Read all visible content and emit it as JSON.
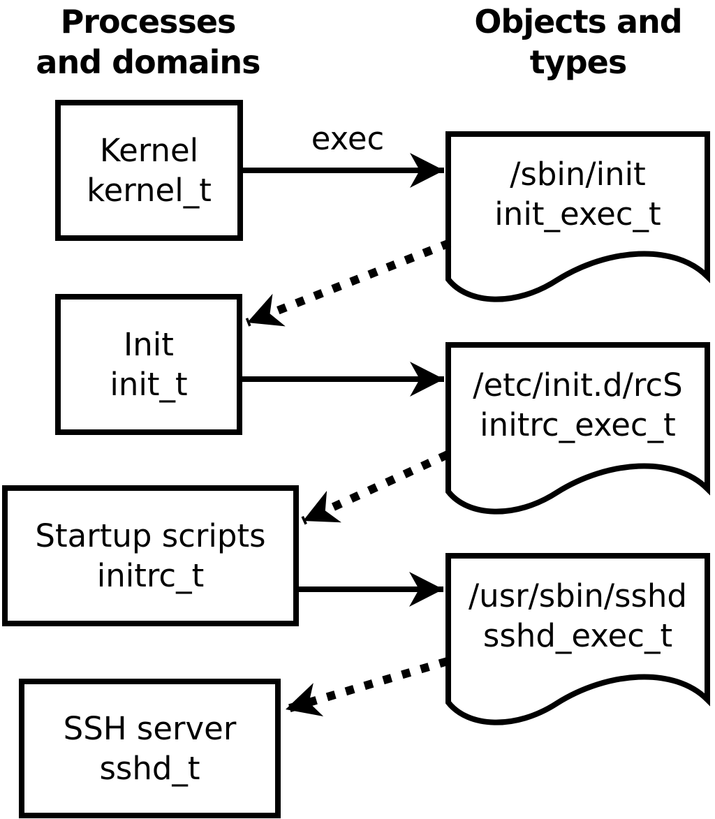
{
  "colors": {
    "ink": "#000000",
    "paper": "#ffffff"
  },
  "headers": {
    "left": {
      "line1": "Processes",
      "line2": "and domains"
    },
    "right": {
      "line1": "Objects and",
      "line2": "types"
    }
  },
  "processes": [
    {
      "name": "Kernel",
      "type": "kernel_t"
    },
    {
      "name": "Init",
      "type": "init_t"
    },
    {
      "name": "Startup scripts",
      "type": "initrc_t"
    },
    {
      "name": "SSH server",
      "type": "sshd_t"
    }
  ],
  "objects": [
    {
      "path": "/sbin/init",
      "type": "init_exec_t"
    },
    {
      "path": "/etc/init.d/rcS",
      "type": "initrc_exec_t"
    },
    {
      "path": "/usr/sbin/sshd",
      "type": "sshd_exec_t"
    }
  ],
  "edges": {
    "solid": [
      {
        "from": "Kernel",
        "to": "/sbin/init",
        "label": "exec"
      },
      {
        "from": "Init",
        "to": "/etc/init.d/rcS",
        "label": ""
      },
      {
        "from": "Startup scripts",
        "to": "/usr/sbin/sshd",
        "label": ""
      }
    ],
    "dotted": [
      {
        "from": "/sbin/init",
        "to": "Init"
      },
      {
        "from": "/etc/init.d/rcS",
        "to": "Startup scripts"
      },
      {
        "from": "/usr/sbin/sshd",
        "to": "SSH server"
      }
    ]
  }
}
